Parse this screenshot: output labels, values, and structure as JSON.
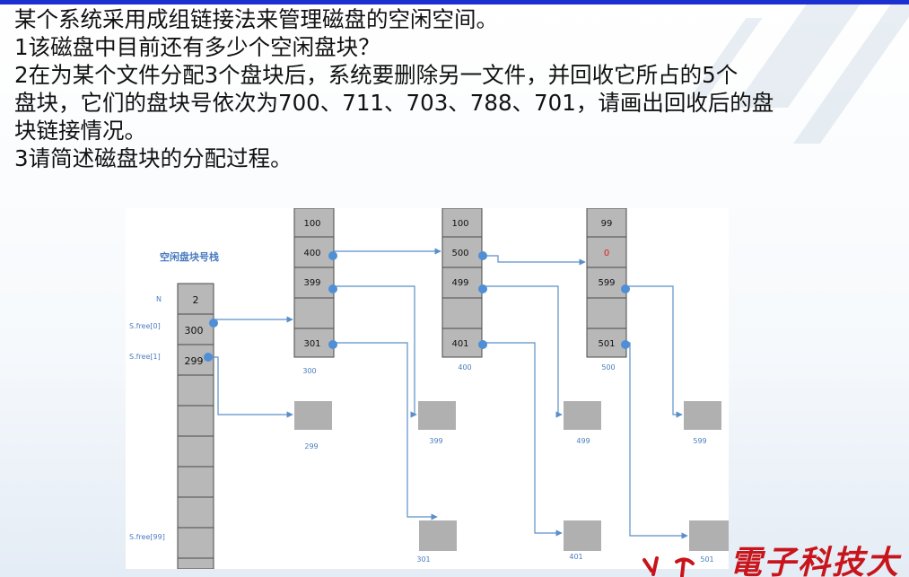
{
  "question": {
    "lines": [
      "某个系统采用成组链接法来管理磁盘的空闲空间。",
      "1该磁盘中目前还有多少个空闲盘块？",
      "2在为某个文件分配3个盘块后，系统要删除另一文件，并回收它所占的5个",
      "盘块，它们的盘块号依次为700、711、703、788、701，请画出回收后的盘",
      "块链接情况。",
      "3请简述磁盘块的分配过程。"
    ]
  },
  "diagram": {
    "stack_title": "空闲盘块号栈",
    "stack_labels": {
      "n": "N",
      "free0": "S.free[0]",
      "free1": "S.free[1]",
      "free99": "S.free[99]"
    },
    "stack_values": {
      "n": "2",
      "free0": "300",
      "free1": "299"
    },
    "group_blocks": [
      {
        "cells": [
          "100",
          "400",
          "399",
          "",
          "301"
        ],
        "caption": "300"
      },
      {
        "cells": [
          "100",
          "500",
          "499",
          "",
          "401"
        ],
        "caption": "400"
      },
      {
        "cells": [
          "99",
          "0",
          "599",
          "",
          "501"
        ],
        "caption": "500"
      }
    ],
    "free_blocks_row1": [
      "299",
      "399",
      "499",
      "599"
    ],
    "free_blocks_row2": [
      "301",
      "401",
      "501"
    ],
    "colors": {
      "arrow": "#5b8fc9",
      "dot": "#4f8fd6",
      "cell": "#b8b8b8",
      "free_block": "#b0b0b0",
      "zero_text": "#e02020",
      "title": "#4a7cc0"
    }
  },
  "logo": {
    "text": "電子科技大"
  }
}
